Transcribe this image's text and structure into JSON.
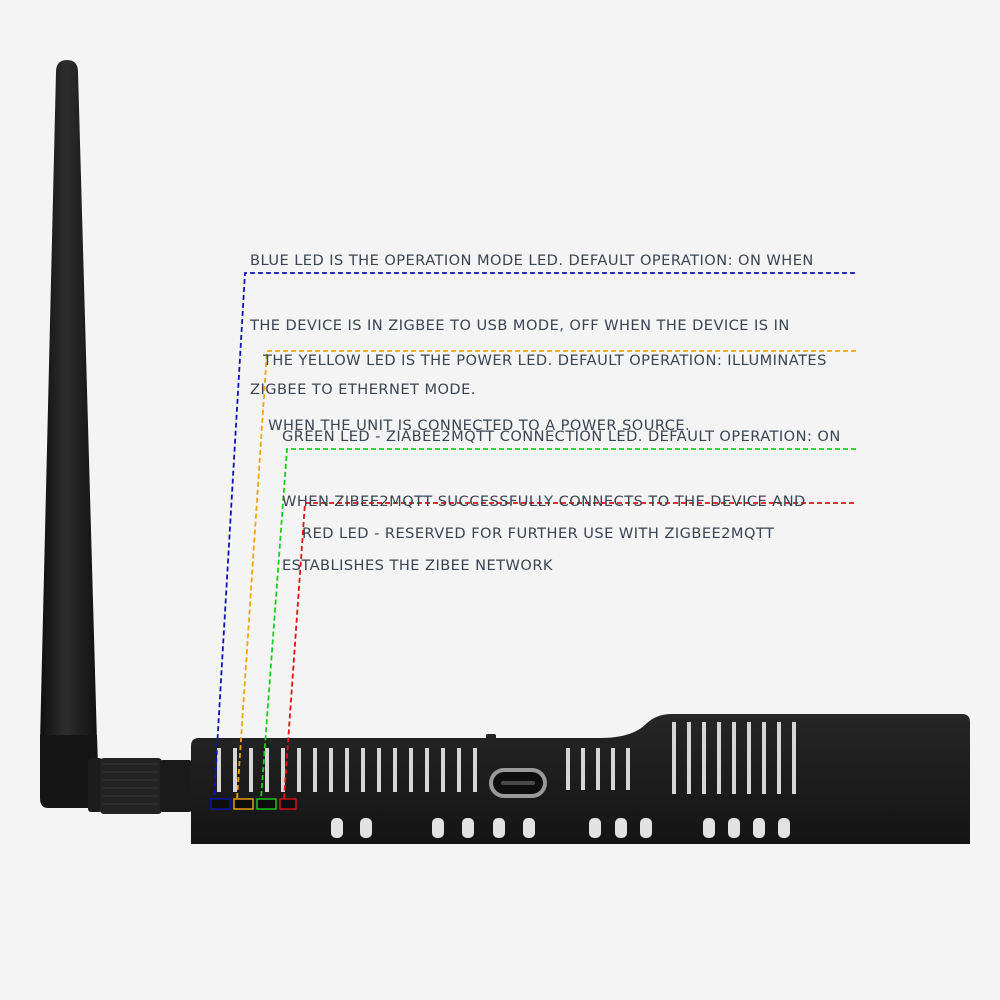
{
  "callouts": {
    "blue": {
      "led": "blue",
      "color": "#0a14b4",
      "lines": [
        "BLUE LED IS THE OPERATION MODE LED. DEFAULT OPERATION: ON WHEN",
        "THE DEVICE IS IN ZIGBEE TO USB MODE, OFF WHEN THE DEVICE IS IN",
        "ZIGBEE TO ETHERNET MODE."
      ]
    },
    "yellow": {
      "led": "yellow",
      "color": "#f2a50c",
      "lines": [
        "THE YELLOW LED IS THE POWER LED. DEFAULT OPERATION: ILLUMINATES",
        " WHEN THE UNIT IS CONNECTED TO A POWER SOURCE."
      ]
    },
    "green": {
      "led": "green",
      "color": "#18d018",
      "lines": [
        "GREEN LED - ZIABEE2MQTT CONNECTION LED. DEFAULT OPERATION: ON",
        "WHEN ZIBEE2MQTT SUCCESSFULLY CONNECTS TO THE DEVICE AND",
        "ESTABLISHES THE ZIBEE NETWORK"
      ]
    },
    "red": {
      "led": "red",
      "color": "#e01212",
      "lines": [
        "RED LED - RESERVED FOR FURTHER USE WITH ZIGBEE2MQTT"
      ]
    }
  },
  "colors": {
    "background": "#f4f4f4",
    "text": "#3a4452",
    "device_body": "#1b1b1b"
  },
  "icons": {
    "antenna": "antenna-icon",
    "usb_port": "usb-c-port-icon"
  }
}
